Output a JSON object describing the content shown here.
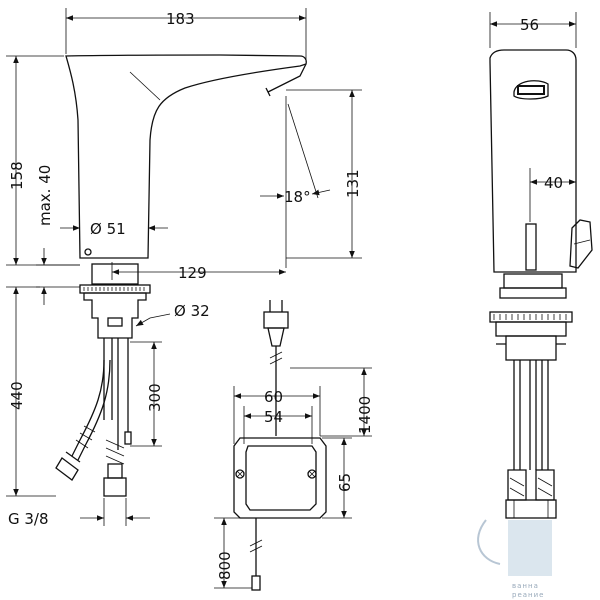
{
  "dimensions": {
    "top_width": "183",
    "height_total": "158",
    "max_height": "max. 40",
    "diameter_body": "Ø 51",
    "spout_height": "131",
    "spout_angle": "18°",
    "spout_reach": "129",
    "shank_diameter": "Ø 32",
    "mounting_depth": "440",
    "cable_length_a": "300",
    "thread": "G 3/8",
    "side_width": "56",
    "side_inner": "40",
    "box_outer": "60",
    "box_inner": "54",
    "box_height": "65",
    "cable_length_b": "1400",
    "cable_length_c": "800"
  },
  "watermark": {
    "line1": "ваннa",
    "line2": "реаниe"
  },
  "colors": {
    "line": "#111111",
    "accent": "#9ab"
  }
}
